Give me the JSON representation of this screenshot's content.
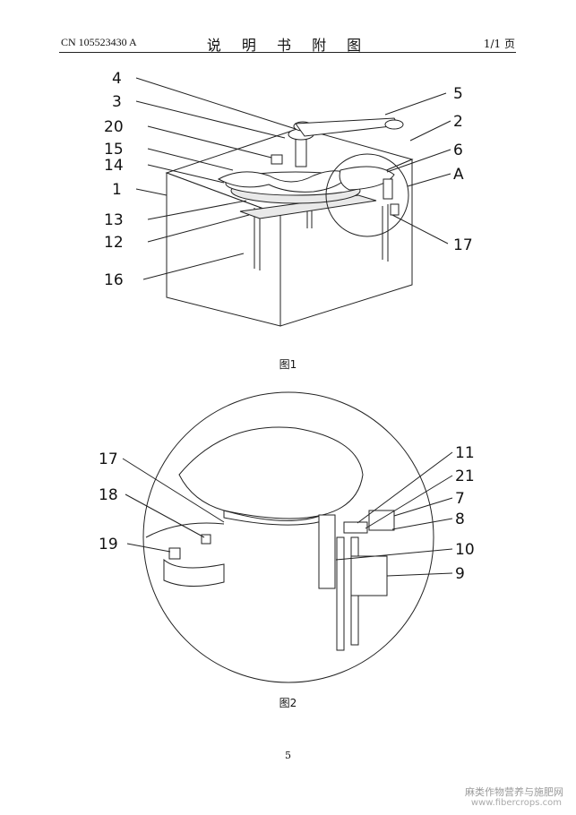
{
  "header": {
    "publication_number": "CN 105523430 A",
    "section_title": "说 明 书 附 图",
    "page_fraction": "1/1 页"
  },
  "figures": [
    {
      "caption": "图1",
      "labels": [
        "4",
        "3",
        "20",
        "15",
        "14",
        "1",
        "13",
        "12",
        "16",
        "5",
        "2",
        "6",
        "A",
        "17"
      ]
    },
    {
      "caption": "图2",
      "labels": [
        "17",
        "18",
        "19",
        "11",
        "21",
        "7",
        "8",
        "10",
        "9"
      ]
    }
  ],
  "page_number": "5",
  "watermark": {
    "line1": "麻类作物营养与施肥网",
    "line2": "www.fibercrops.com"
  }
}
